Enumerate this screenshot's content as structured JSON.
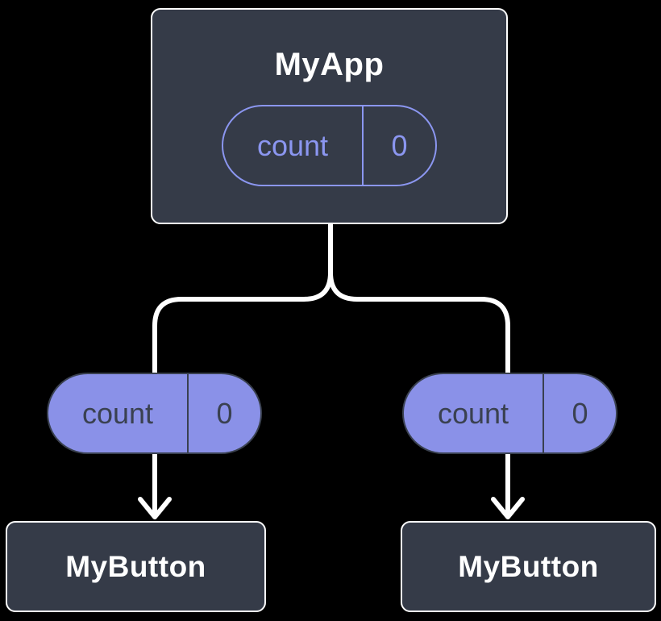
{
  "diagram": {
    "root": {
      "title": "MyApp",
      "state": {
        "name": "count",
        "value": "0"
      }
    },
    "left_branch": {
      "prop": {
        "name": "count",
        "value": "0"
      },
      "child": {
        "title": "MyButton"
      }
    },
    "right_branch": {
      "prop": {
        "name": "count",
        "value": "0"
      },
      "child": {
        "title": "MyButton"
      }
    },
    "colors": {
      "background": "#000000",
      "node_fill": "#353B48",
      "node_border": "#FFFFFF",
      "connector": "#FFFFFF",
      "pill_fill": "#8A91E8",
      "pill_outline": "#8B96F0",
      "pill_dark_text": "#3A4150"
    }
  }
}
